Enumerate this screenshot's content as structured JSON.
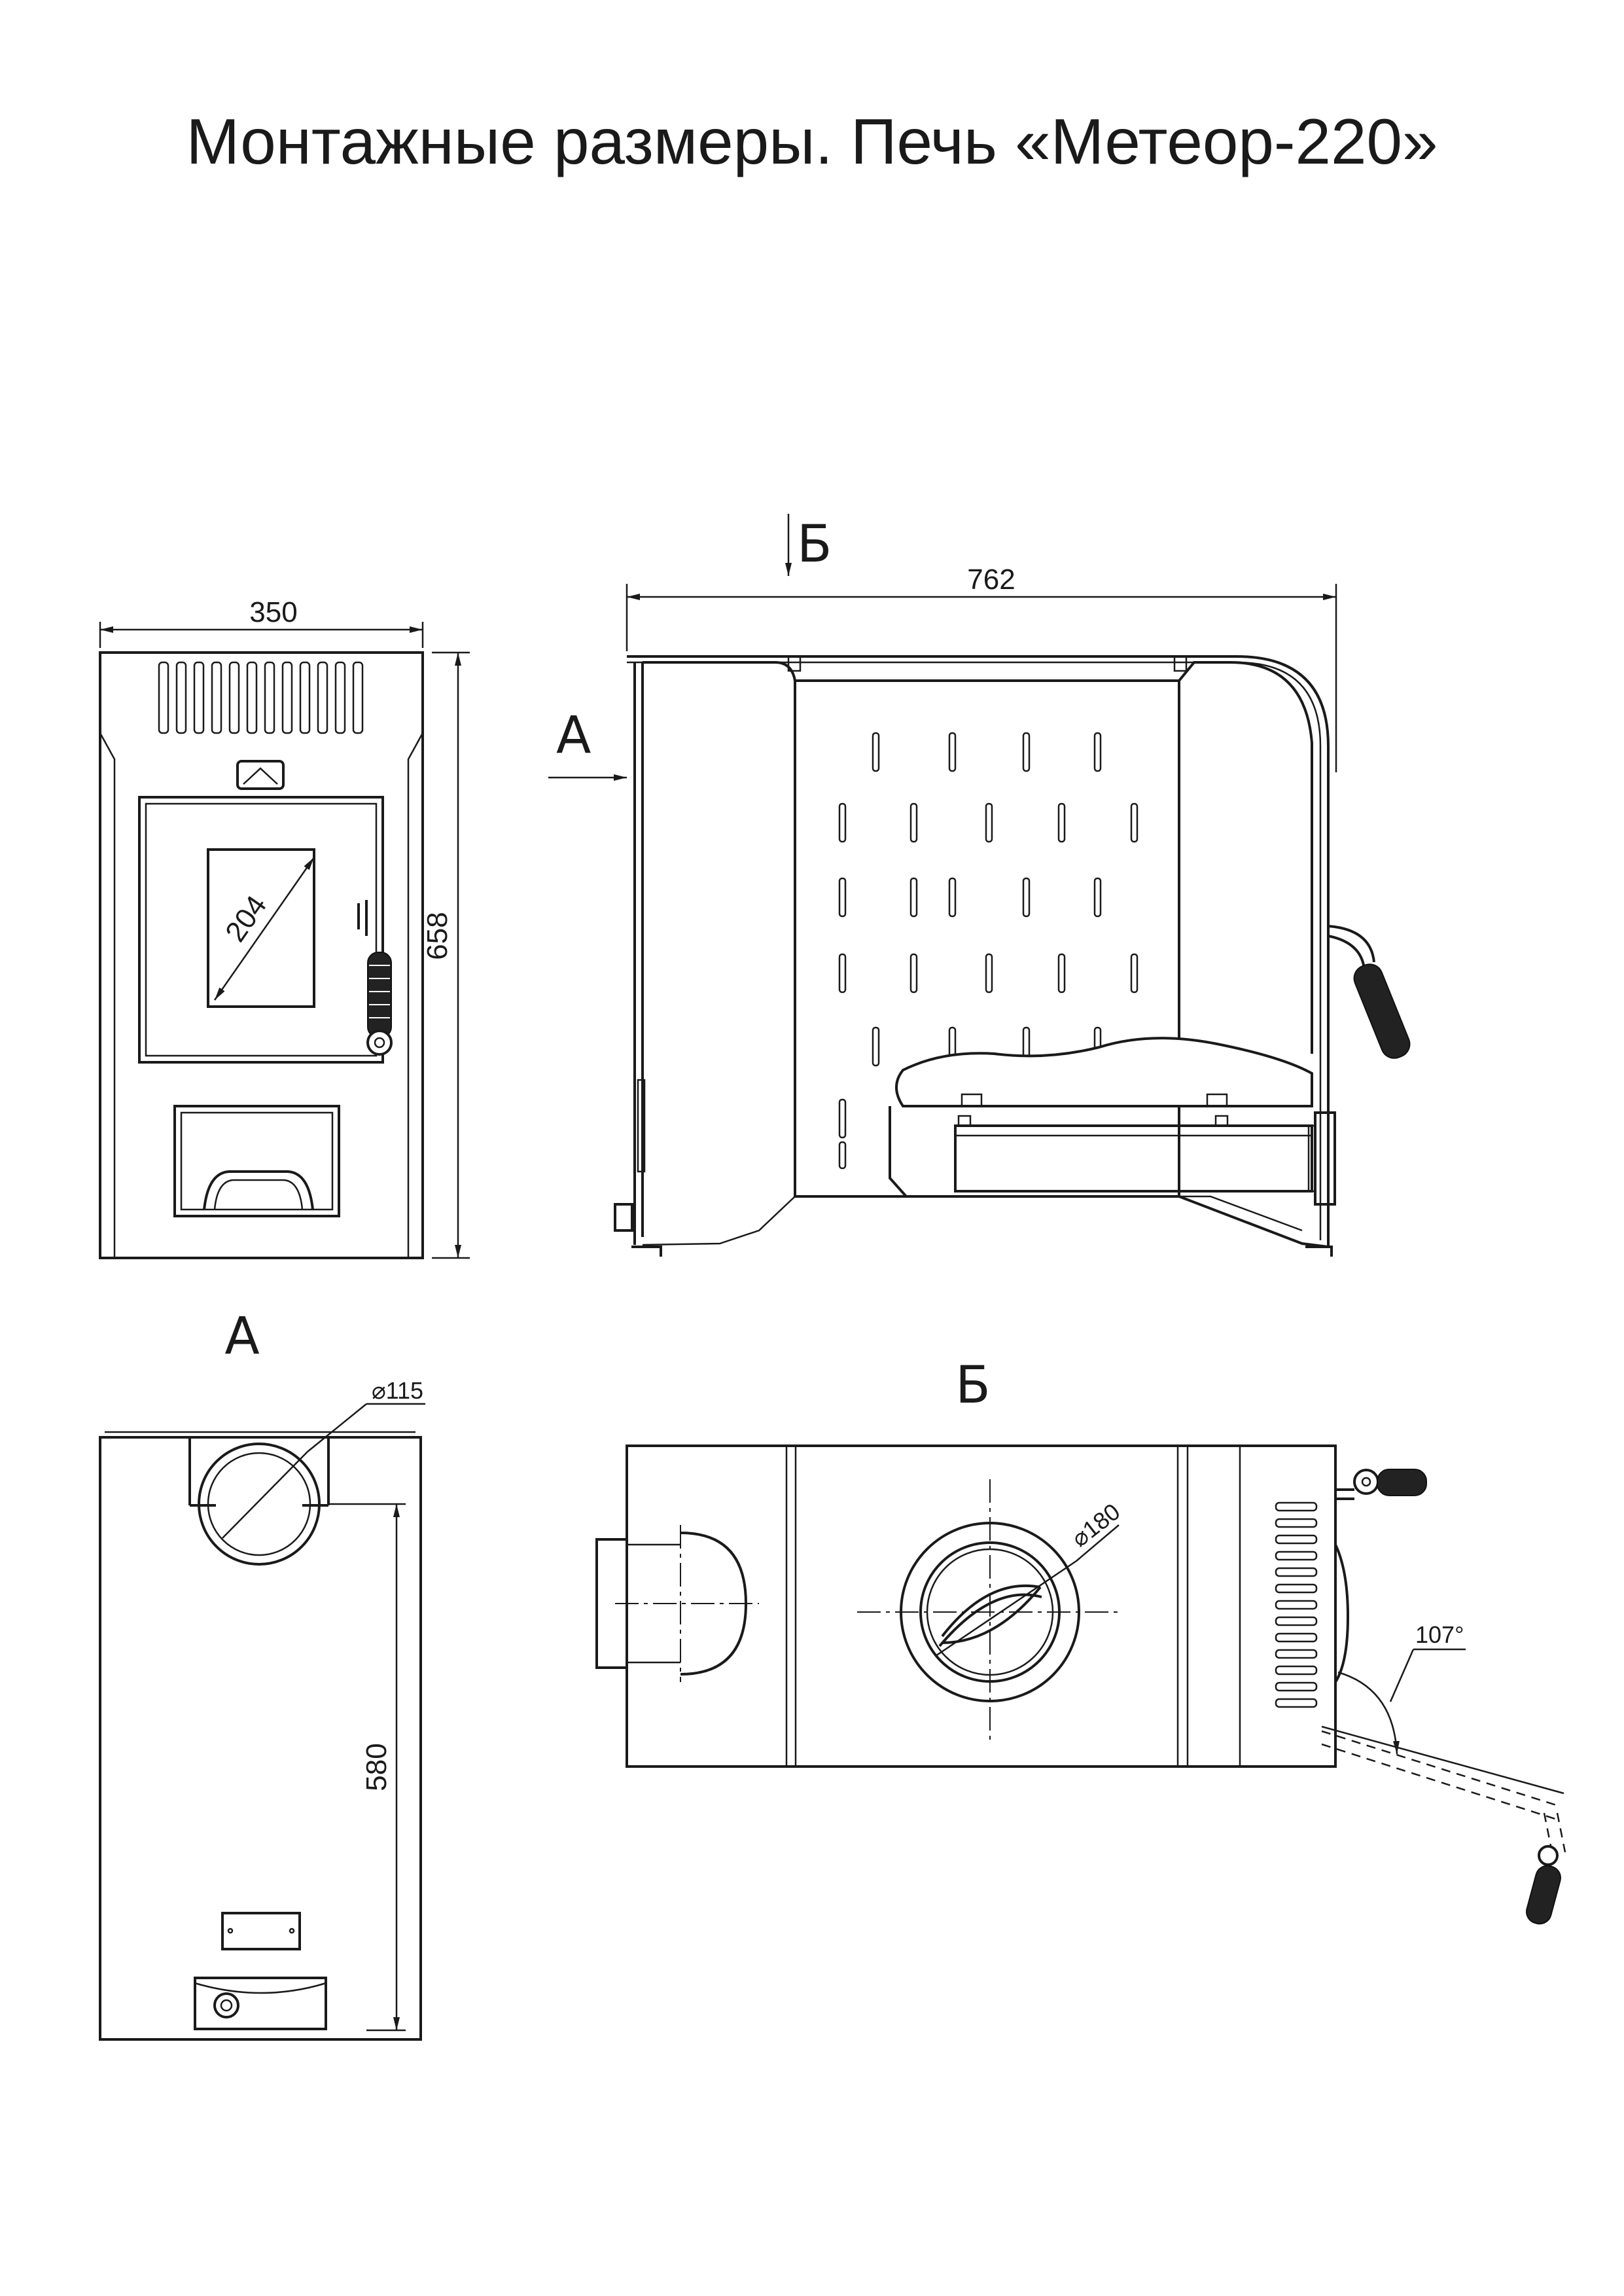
{
  "title": "Монтажные размеры. Печь «Метеор-220»",
  "views": {
    "front": {
      "width_label": "350",
      "height_label": "658",
      "glass_diagonal_label": "204"
    },
    "side": {
      "length_label": "762",
      "arrow_a_label": "А",
      "arrow_b_label": "Б"
    },
    "view_a": {
      "heading": "А",
      "pipe_diameter_label": "⌀115",
      "height_label": "580"
    },
    "view_b": {
      "heading": "Б",
      "flue_diameter_label": "⌀180",
      "angle_label": "107°"
    }
  }
}
